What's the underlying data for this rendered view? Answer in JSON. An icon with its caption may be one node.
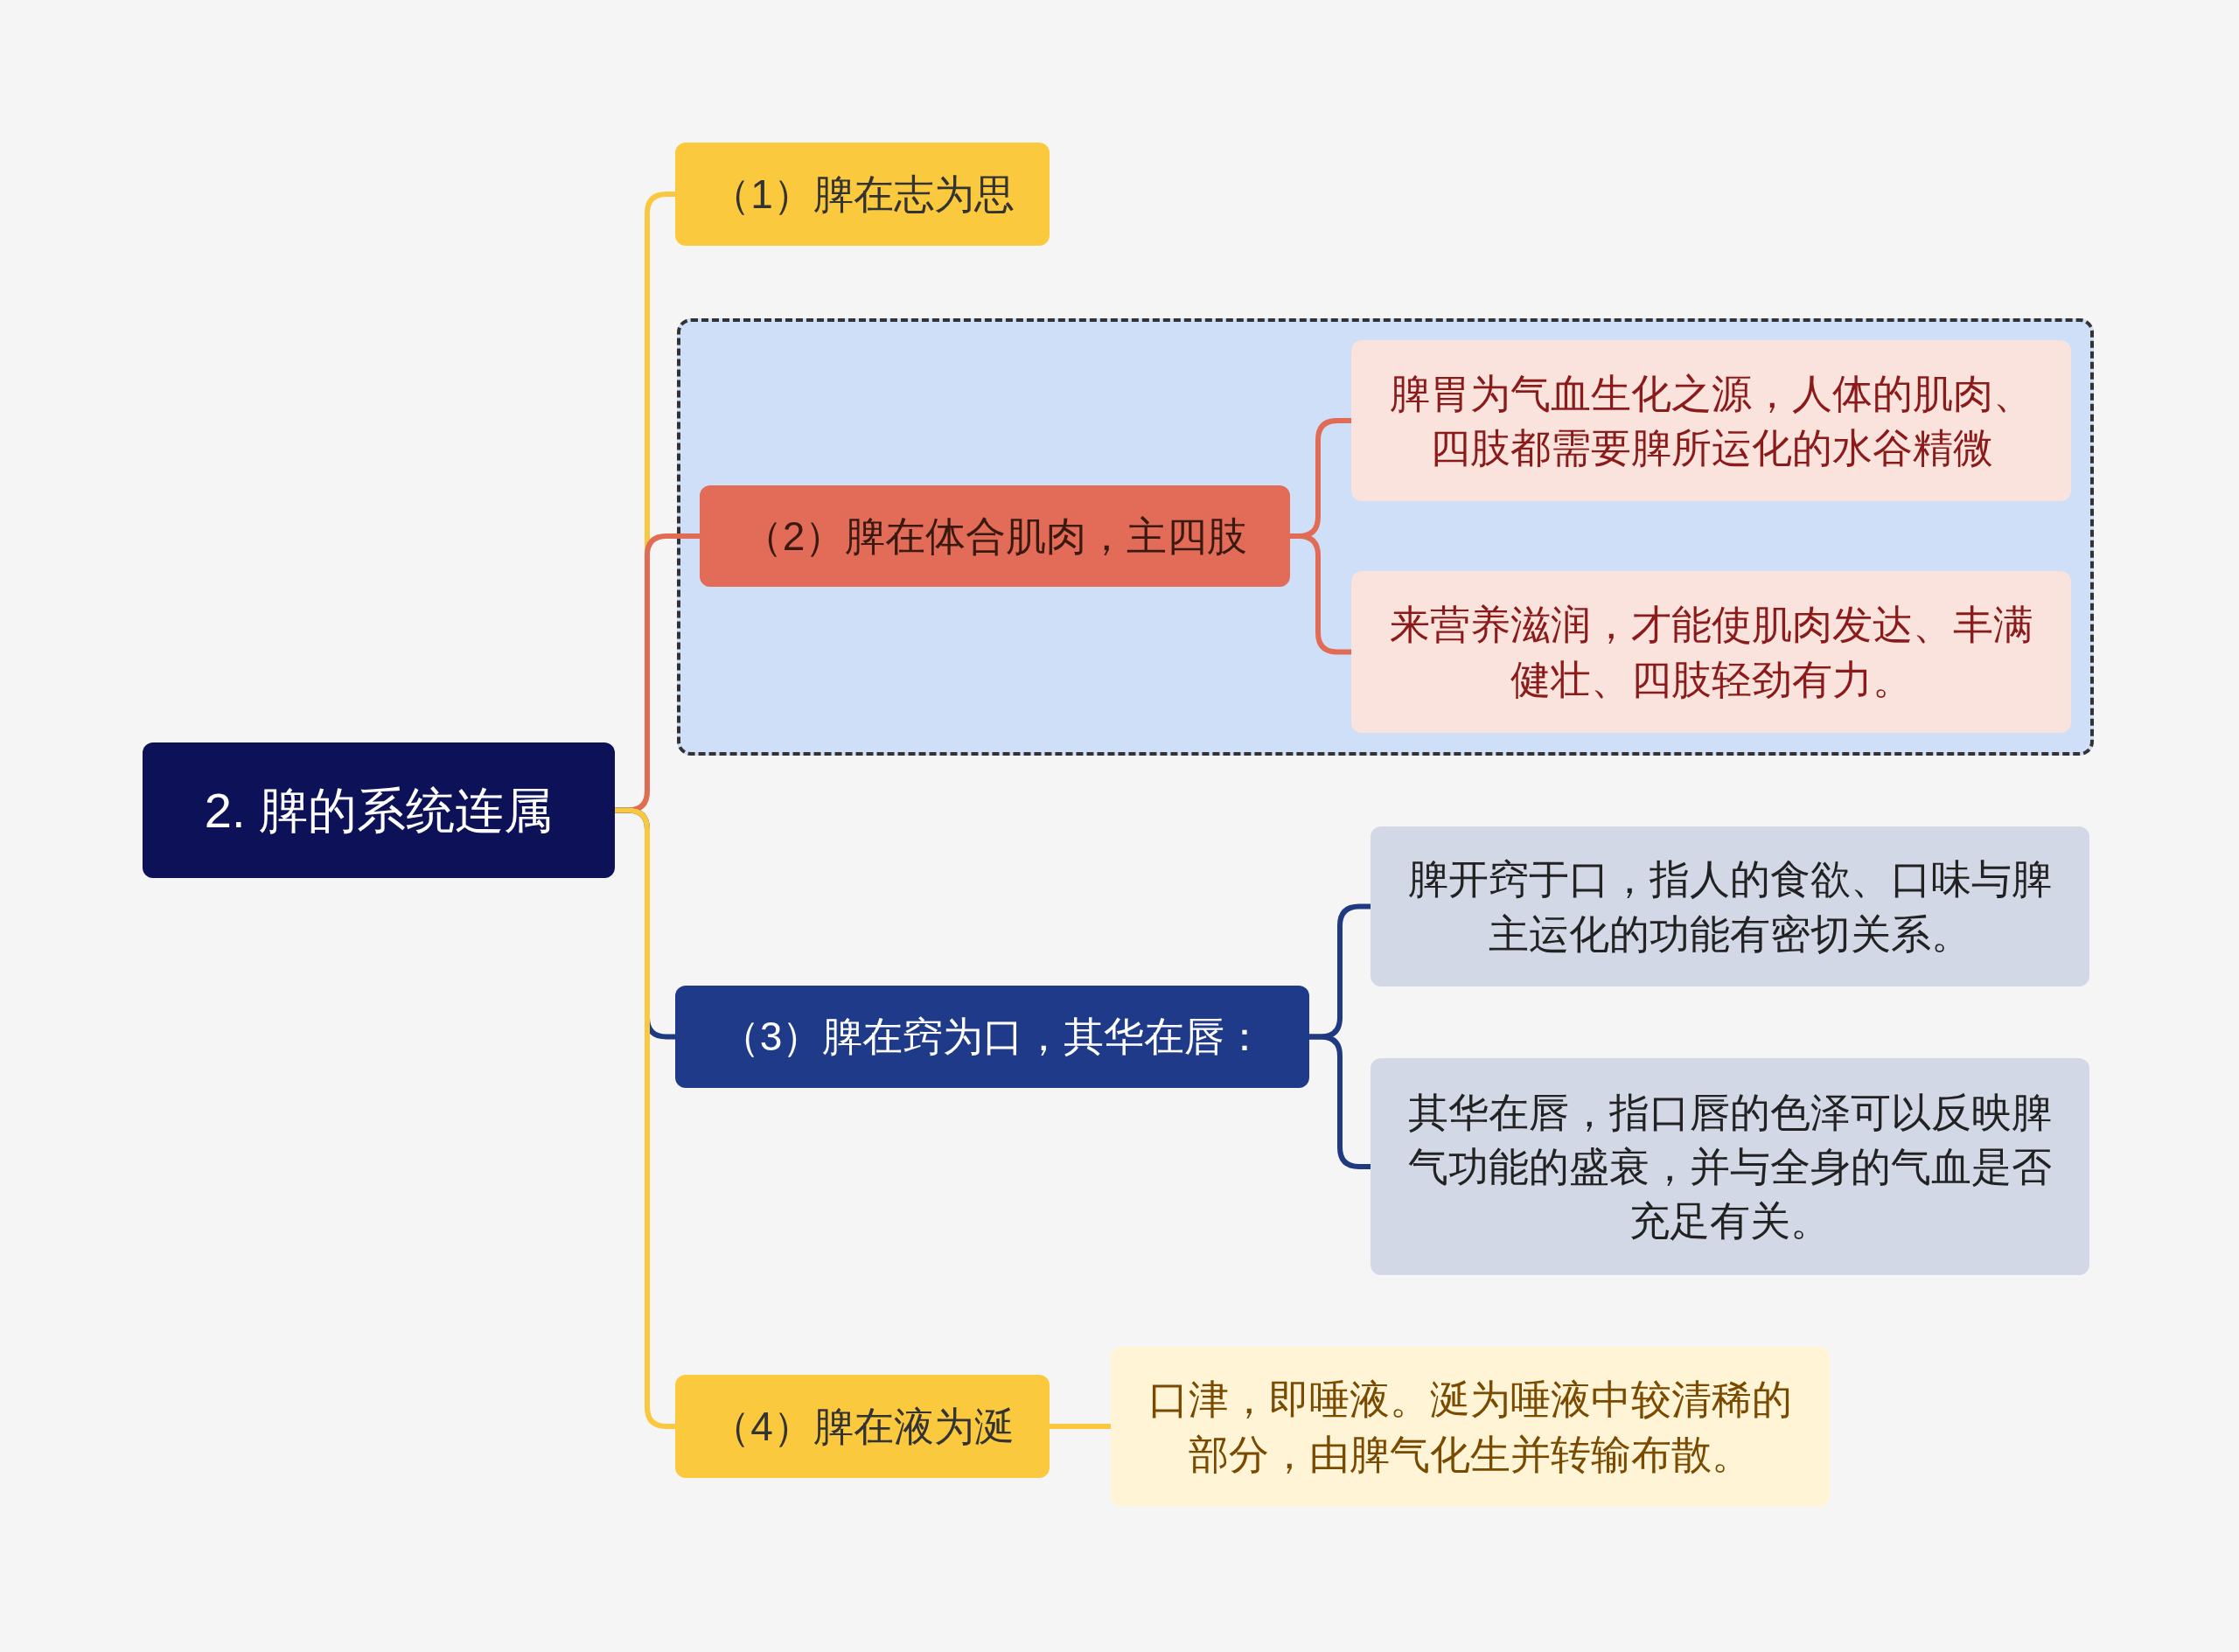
{
  "diagram": {
    "nodes": [
      {
        "text": [
          "2. 脾的系统连属"
        ]
      },
      {
        "text": [
          "（1）脾在志为思"
        ]
      },
      {
        "text": [],
        "shape": "box"
      },
      {
        "text": [
          "（2）脾在体合肌肉，主四肢"
        ],
        "in": 2
      },
      {
        "text": [
          "脾胃为气血生化之源，人体的肌肉、四肢都需要脾所运化的水谷精微"
        ],
        "in": 2
      },
      {
        "text": [
          "来营养滋润，才能使肌肉发达、丰满健壮、四肢轻劲有力。"
        ],
        "in": 2
      },
      {
        "text": [
          "（3）脾在窍为口，其华在唇："
        ]
      },
      {
        "text": [
          "脾开窍于口，指人的食欲、口味与脾主运化的功能有密切关系。"
        ]
      },
      {
        "text": [
          "其华在唇，指口唇的色泽可以反映脾气功能的盛衰，并与全身的气血是否充足有关。"
        ]
      },
      {
        "text": [
          "（4）脾在液为涎"
        ]
      },
      {
        "text": [
          "口津，即唾液。涎为唾液中较清稀的部分，由脾气化生并转输布散。"
        ]
      }
    ],
    "edges": [
      {
        "from": 0,
        "to": 1,
        "arrow": "none",
        "color": "#f9c840"
      },
      {
        "from": 0,
        "to": 3,
        "arrow": "none",
        "color": "#e06c55"
      },
      {
        "from": 0,
        "to": 6,
        "arrow": "none",
        "color": "#1f3a80"
      },
      {
        "from": 0,
        "to": 9,
        "arrow": "none",
        "color": "#f9c840"
      },
      {
        "from": 3,
        "to": 4,
        "arrow": "none",
        "color": "#e06c55"
      },
      {
        "from": 3,
        "to": 5,
        "arrow": "none",
        "color": "#e06c55"
      },
      {
        "from": 6,
        "to": 7,
        "arrow": "none",
        "color": "#1f3a80"
      },
      {
        "from": 6,
        "to": 8,
        "arrow": "none",
        "color": "#1f3a80"
      },
      {
        "from": 9,
        "to": 10,
        "arrow": "none",
        "color": "#f9c840"
      }
    ]
  }
}
